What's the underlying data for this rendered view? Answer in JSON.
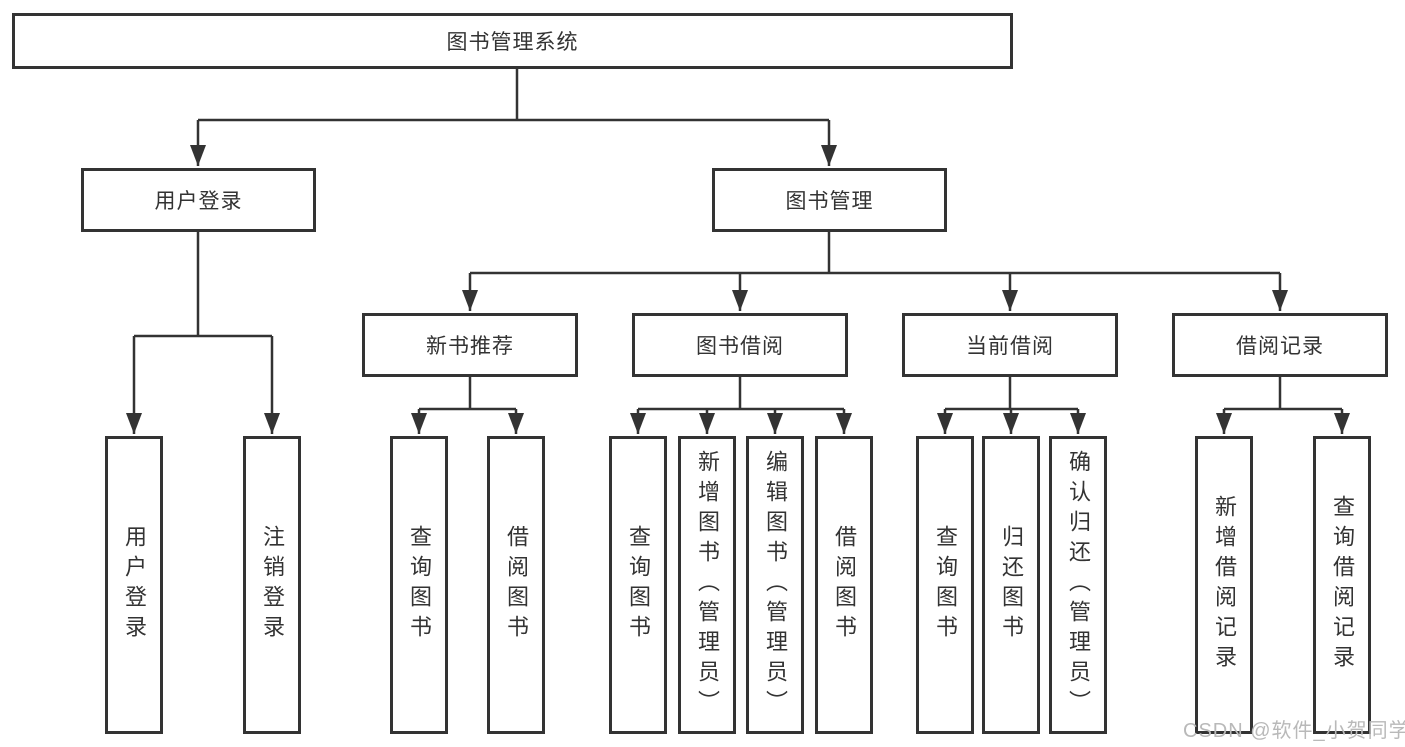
{
  "tree": {
    "label": "图书管理系统",
    "children": [
      {
        "label": "用户登录",
        "children": [
          {
            "label": "用户登录"
          },
          {
            "label": "注销登录"
          }
        ]
      },
      {
        "label": "图书管理",
        "children": [
          {
            "label": "新书推荐",
            "children": [
              {
                "label": "查询图书"
              },
              {
                "label": "借阅图书"
              }
            ]
          },
          {
            "label": "图书借阅",
            "children": [
              {
                "label": "查询图书"
              },
              {
                "label": "新增图书（管理员）"
              },
              {
                "label": "编辑图书（管理员）"
              },
              {
                "label": "借阅图书"
              }
            ]
          },
          {
            "label": "当前借阅",
            "children": [
              {
                "label": "查询图书"
              },
              {
                "label": "归还图书"
              },
              {
                "label": "确认归还（管理员）"
              }
            ]
          },
          {
            "label": "借阅记录",
            "children": [
              {
                "label": "新增借阅记录"
              },
              {
                "label": "查询借阅记录"
              }
            ]
          }
        ]
      }
    ]
  },
  "watermark": {
    "text": "CSDN @软件_小贺同学"
  },
  "colors": {
    "line": "#333333",
    "box_border": "#333333",
    "text": "#333333",
    "watermark": "#b9b9b9",
    "background": "#ffffff"
  }
}
